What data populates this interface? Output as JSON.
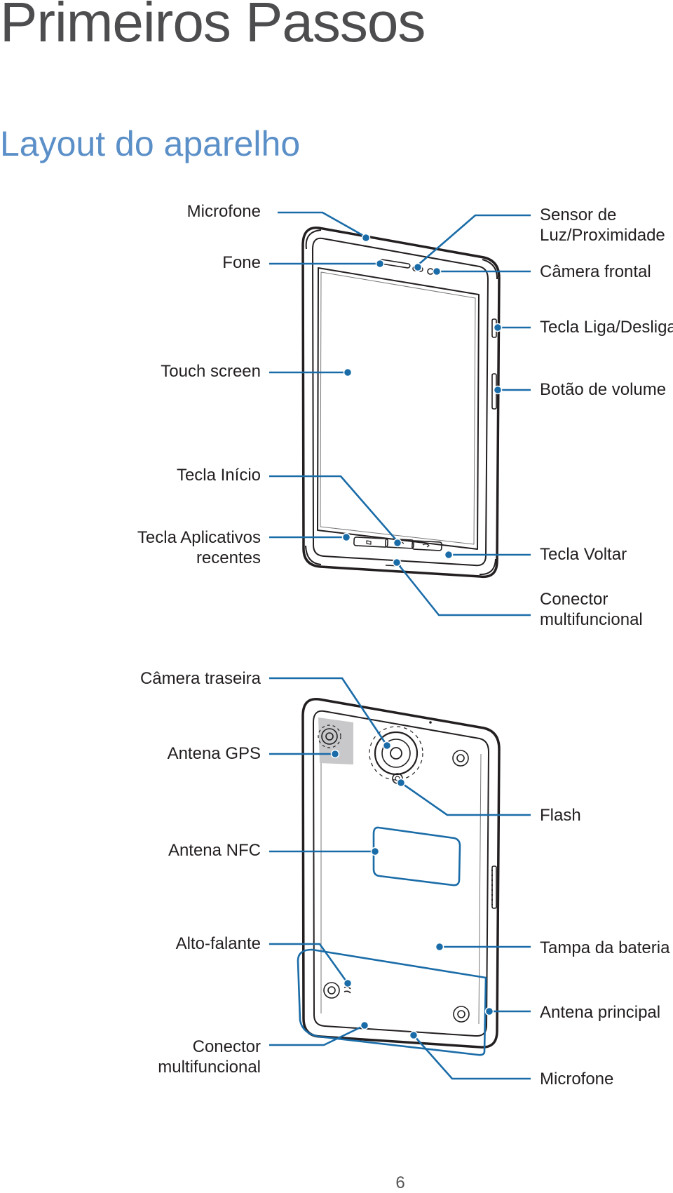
{
  "page": {
    "chapter_title": "Primeiros Passos",
    "section_title": "Layout do aparelho",
    "page_number": "6"
  },
  "front_labels": {
    "microfone": "Microfone",
    "fone": "Fone",
    "touch_screen": "Touch screen",
    "tecla_inicio": "Tecla Início",
    "tecla_aplicativos_1": "Tecla Aplicativos",
    "tecla_aplicativos_2": "recentes",
    "sensor_1": "Sensor de",
    "sensor_2": "Luz/Proximidade",
    "camera_frontal": "Câmera frontal",
    "tecla_liga": "Tecla Liga/Desliga",
    "botao_volume": "Botão de volume",
    "tecla_voltar": "Tecla Voltar",
    "conector_1": "Conector",
    "conector_2": "multifuncional"
  },
  "back_labels": {
    "camera_traseira": "Câmera traseira",
    "antena_gps": "Antena GPS",
    "antena_nfc": "Antena NFC",
    "alto_falante": "Alto-falante",
    "conector_1": "Conector",
    "conector_2": "multifuncional",
    "flash": "Flash",
    "tampa_bateria": "Tampa da bateria",
    "antena_principal": "Antena principal",
    "microfone": "Microfone"
  },
  "colors": {
    "callout": "#1a6ca8",
    "heading_gray": "#4d4d4f",
    "heading_blue": "#5b8fc8"
  }
}
